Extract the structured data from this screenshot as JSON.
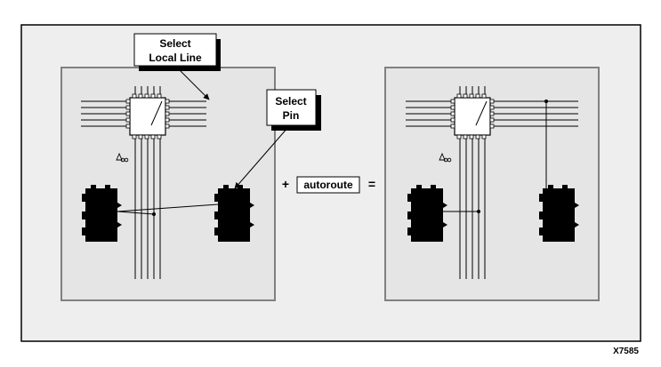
{
  "callouts": {
    "select_local_line": [
      "Select",
      "Local Line"
    ],
    "select_pin": [
      "Select",
      "Pin"
    ]
  },
  "operators": {
    "plus": "+",
    "equals": "="
  },
  "command": {
    "label": "autoroute"
  },
  "figure_id": "X7585",
  "colors": {
    "outer_background": "#eeeeee",
    "panel_background": "#e5e5e5",
    "panel_border": "#808080",
    "stroke": "#000000",
    "block_fill": "#000000"
  }
}
